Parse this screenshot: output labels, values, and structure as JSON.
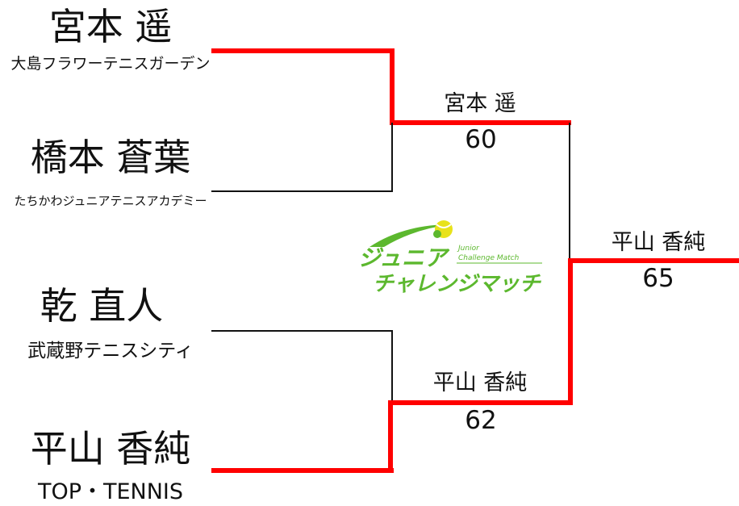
{
  "bracket": {
    "players": [
      {
        "name": "宮本 遥",
        "club": "大島フラワーテニスガーデン"
      },
      {
        "name": "橋本 蒼葉",
        "club": "たちかわジュニアテニスアカデミー"
      },
      {
        "name": "乾 直人",
        "club": "武蔵野テニスシティ"
      },
      {
        "name": "平山 香純",
        "club": "TOP・TENNIS"
      }
    ],
    "semifinals": [
      {
        "winner": "宮本 遥",
        "score": "60"
      },
      {
        "winner": "平山 香純",
        "score": "62"
      }
    ],
    "final": {
      "winner": "平山 香純",
      "score": "65"
    }
  },
  "logo": {
    "line1": "ジュニア",
    "line2": "チャレンジマッチ",
    "sub1": "Junior",
    "sub2": "Challenge Match"
  },
  "colors": {
    "winner_line": "#ff0000",
    "loser_line": "#111111",
    "logo_green": "#5cb82e",
    "logo_yellow": "#e8e21a"
  }
}
